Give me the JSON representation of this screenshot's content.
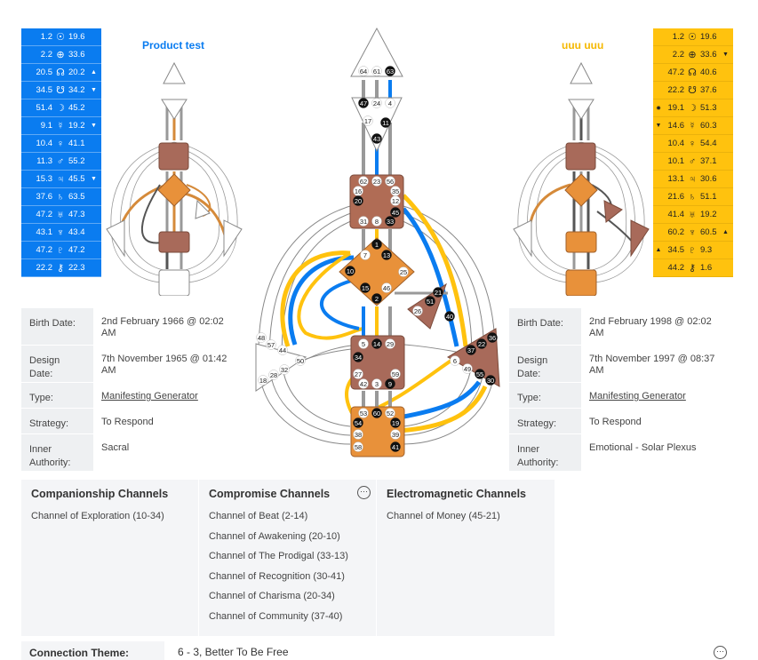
{
  "left_person": {
    "name": "Product test",
    "planets": [
      {
        "v1": "1.2",
        "sym": "☉",
        "v2": "19.6",
        "mk": "",
        "mk2": ""
      },
      {
        "v1": "2.2",
        "sym": "⊕",
        "v2": "33.6",
        "mk": "",
        "mk2": ""
      },
      {
        "v1": "20.5",
        "sym": "☊",
        "v2": "20.2",
        "mk": "",
        "mk2": "▲"
      },
      {
        "v1": "34.5",
        "sym": "☋",
        "v2": "34.2",
        "mk": "",
        "mk2": "▼"
      },
      {
        "v1": "51.4",
        "sym": "☽",
        "v2": "45.2",
        "mk": "",
        "mk2": ""
      },
      {
        "v1": "9.1",
        "sym": "☿",
        "v2": "19.2",
        "mk": "",
        "mk2": "▼"
      },
      {
        "v1": "10.4",
        "sym": "♀",
        "v2": "41.1",
        "mk": "",
        "mk2": ""
      },
      {
        "v1": "11.3",
        "sym": "♂",
        "v2": "55.2",
        "mk": "",
        "mk2": ""
      },
      {
        "v1": "15.3",
        "sym": "♃",
        "v2": "45.5",
        "mk": "",
        "mk2": "▼"
      },
      {
        "v1": "37.6",
        "sym": "♄",
        "v2": "63.5",
        "mk": "",
        "mk2": ""
      },
      {
        "v1": "47.2",
        "sym": "♅",
        "v2": "47.3",
        "mk": "",
        "mk2": ""
      },
      {
        "v1": "43.1",
        "sym": "♆",
        "v2": "43.4",
        "mk": "",
        "mk2": ""
      },
      {
        "v1": "47.2",
        "sym": "♇",
        "v2": "47.2",
        "mk": "",
        "mk2": ""
      },
      {
        "v1": "22.2",
        "sym": "⚷",
        "v2": "22.3",
        "mk": "",
        "mk2": ""
      }
    ],
    "info": [
      {
        "label": "Birth Date:",
        "value": "2nd February 1966 @ 02:02 AM",
        "link": false
      },
      {
        "label": "Design Date:",
        "value": "7th November 1965 @ 01:42 AM",
        "link": false
      },
      {
        "label": "Type:",
        "value": "Manifesting Generator",
        "link": true
      },
      {
        "label": "Strategy:",
        "value": "To Respond",
        "link": false
      },
      {
        "label": "Inner Authority:",
        "value": "Sacral",
        "link": false
      }
    ]
  },
  "right_person": {
    "name": "uuu uuu",
    "planets": [
      {
        "v1": "1.2",
        "sym": "☉",
        "v2": "19.6",
        "mk": "",
        "mk2": ""
      },
      {
        "v1": "2.2",
        "sym": "⊕",
        "v2": "33.6",
        "mk": "",
        "mk2": "▼"
      },
      {
        "v1": "47.2",
        "sym": "☊",
        "v2": "40.6",
        "mk": "",
        "mk2": ""
      },
      {
        "v1": "22.2",
        "sym": "☋",
        "v2": "37.6",
        "mk": "",
        "mk2": ""
      },
      {
        "v1": "19.1",
        "sym": "☽",
        "v2": "51.3",
        "mk": "✸",
        "mk2": ""
      },
      {
        "v1": "14.6",
        "sym": "☿",
        "v2": "60.3",
        "mk": "▼",
        "mk2": ""
      },
      {
        "v1": "10.4",
        "sym": "♀",
        "v2": "54.4",
        "mk": "",
        "mk2": ""
      },
      {
        "v1": "10.1",
        "sym": "♂",
        "v2": "37.1",
        "mk": "",
        "mk2": ""
      },
      {
        "v1": "13.1",
        "sym": "♃",
        "v2": "30.6",
        "mk": "",
        "mk2": ""
      },
      {
        "v1": "21.6",
        "sym": "♄",
        "v2": "51.1",
        "mk": "",
        "mk2": ""
      },
      {
        "v1": "41.4",
        "sym": "♅",
        "v2": "19.2",
        "mk": "",
        "mk2": ""
      },
      {
        "v1": "60.2",
        "sym": "♆",
        "v2": "60.5",
        "mk": "",
        "mk2": "▲"
      },
      {
        "v1": "34.5",
        "sym": "♇",
        "v2": "9.3",
        "mk": "▲",
        "mk2": ""
      },
      {
        "v1": "44.2",
        "sym": "⚷",
        "v2": "1.6",
        "mk": "",
        "mk2": ""
      }
    ],
    "info": [
      {
        "label": "Birth Date:",
        "value": "2nd February 1998 @ 02:02 AM",
        "link": false
      },
      {
        "label": "Design Date:",
        "value": "7th November 1997 @ 08:37 AM",
        "link": false
      },
      {
        "label": "Type:",
        "value": "Manifesting Generator",
        "link": true
      },
      {
        "label": "Strategy:",
        "value": "To Respond",
        "link": false
      },
      {
        "label": "Inner Authority:",
        "value": "Emotional - Solar Plexus",
        "link": false
      }
    ]
  },
  "composite_gates": {
    "head": [
      "64",
      "61",
      "63"
    ],
    "ajna": [
      "47",
      "24",
      "4",
      "17",
      "11",
      "43"
    ],
    "throat": [
      "62",
      "23",
      "56",
      "16",
      "35",
      "20",
      "12",
      "45",
      "31",
      "8",
      "33"
    ],
    "g": [
      "1",
      "7",
      "13",
      "10",
      "25",
      "15",
      "2",
      "46"
    ],
    "heart": [
      "21",
      "51",
      "26",
      "40"
    ],
    "spleen": [
      "48",
      "57",
      "44",
      "50",
      "32",
      "28",
      "18"
    ],
    "sacral": [
      "5",
      "14",
      "29",
      "34",
      "27",
      "59",
      "42",
      "3",
      "9"
    ],
    "solar": [
      "36",
      "22",
      "37",
      "6",
      "49",
      "55",
      "30"
    ],
    "root": [
      "53",
      "60",
      "52",
      "54",
      "19",
      "38",
      "39",
      "58",
      "41"
    ]
  },
  "channels": {
    "companionship": {
      "title": "Companionship Channels",
      "items": [
        "Channel of Exploration (10-34)"
      ]
    },
    "compromise": {
      "title": "Compromise Channels",
      "more": "···",
      "items": [
        "Channel of Beat (2-14)",
        "Channel of Awakening (20-10)",
        "Channel of The Prodigal (33-13)",
        "Channel of Recognition (30-41)",
        "Channel of Charisma (20-34)",
        "Channel of Community (37-40)"
      ]
    },
    "electromagnetic": {
      "title": "Electromagnetic Channels",
      "items": [
        "Channel of Money (45-21)"
      ]
    }
  },
  "theme": {
    "label": "Connection Theme:",
    "value": "6 - 3, Better To Be Free",
    "more": "···"
  },
  "colors": {
    "blue": "#0a7cf0",
    "yellow": "#ffc20e",
    "orange": "#e8913a",
    "brown": "#a86a5a"
  }
}
